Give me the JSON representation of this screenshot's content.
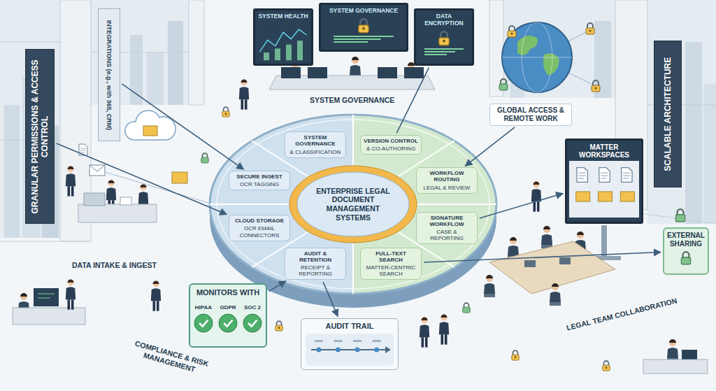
{
  "diagram": {
    "nodes": [
      {
        "text": [
          "ENTERPRISE LEGAL DOCUMENT MANAGEMENT SYSTEMS"
        ]
      },
      {
        "text": [
          "SYSTEM GOVERNANCE",
          "& CLASSIFICATION"
        ]
      },
      {
        "text": [
          "VERSION CONTROL",
          "& CO-AUTHORING"
        ]
      },
      {
        "text": [
          "WORKFLOW ROUTING",
          "LEGAL & REVIEW"
        ]
      },
      {
        "text": [
          "SIGNATURE WORKFLOW",
          "CASE & REPORTING"
        ]
      },
      {
        "text": [
          "SECURE INGEST",
          "OCR TAGGING"
        ]
      },
      {
        "text": [
          "CLOUD STORAGE",
          "OCR EMAIL CONNECTORS"
        ]
      },
      {
        "text": [
          "AUDIT & RETENTION",
          "RECEIPT & REPORTING"
        ]
      },
      {
        "text": [
          "FULL-TEXT SEARCH",
          "MATTER-CENTRIC SEARCH"
        ]
      },
      {
        "text": [
          "SYSTEM HEALTH"
        ]
      },
      {
        "text": [
          "SYSTEM GOVERNANCE"
        ]
      },
      {
        "text": [
          "DATA ENCRYPTION"
        ]
      },
      {
        "text": [
          "GLOBAL ACCESS & REMOTE WORK"
        ]
      },
      {
        "text": [
          "MATTER WORKSPACES"
        ]
      },
      {
        "text": [
          "EXTERNAL SHARING"
        ]
      },
      {
        "text": [
          "MONITORS WITH"
        ]
      },
      {
        "text": [
          "HIPAA"
        ],
        "in": 15
      },
      {
        "text": [
          "GDPR"
        ],
        "in": 15
      },
      {
        "text": [
          "SOC 2"
        ],
        "in": 15
      },
      {
        "text": [
          "AUDIT TRAIL"
        ]
      },
      {
        "text": [
          "GRANULAR PERMISSIONS & ACCESS CONTROL"
        ]
      },
      {
        "text": [
          "SCALABLE ARCHITECTURE"
        ]
      },
      {
        "text": [
          "INTEGRATIONS (e.g., with 365, CRM)"
        ]
      }
    ],
    "edges": [
      {
        "from": 22,
        "to": 5,
        "arrow": "to"
      },
      {
        "from": 20,
        "to": 6,
        "arrow": "to"
      },
      {
        "from": 7,
        "to": 19,
        "arrow": "to"
      },
      {
        "from": 15,
        "to": 7,
        "arrow": "to"
      },
      {
        "from": 12,
        "to": 3,
        "arrow": "to"
      },
      {
        "from": 4,
        "to": 13,
        "arrow": "to"
      },
      {
        "from": 8,
        "to": 14,
        "arrow": "to"
      },
      {
        "from": 2,
        "to": 11,
        "arrow": "none"
      }
    ],
    "labels": [
      "SYSTEM GOVERNANCE",
      "DATA INTAKE & INGEST",
      "COMPLIANCE & RISK MANAGEMENT",
      "LEGAL TEAM COLLABORATION"
    ]
  }
}
